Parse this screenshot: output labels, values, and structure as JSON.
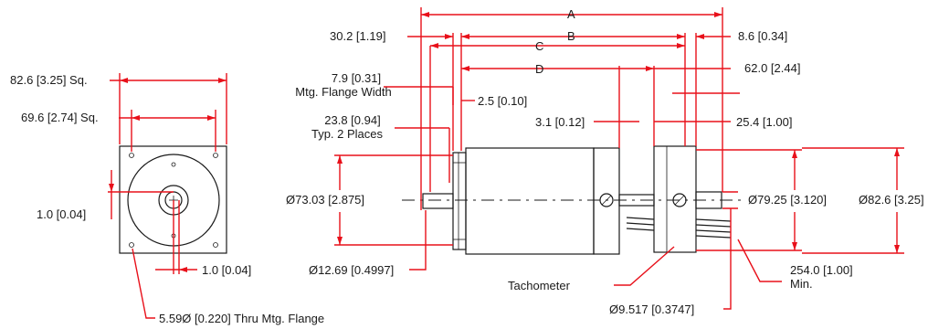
{
  "dims": {
    "sq_outer": "82.6 [3.25] Sq.",
    "sq_bolt": "69.6 [2.74] Sq.",
    "shaft_offset_v": "1.0 [0.04]",
    "shaft_offset_h": "1.0 [0.04]",
    "hole": "5.59Ø [0.220] Thru Mtg. Flange",
    "a": "A",
    "b": "B",
    "c": "C",
    "d": "D",
    "d30": "30.2 [1.19]",
    "d86": "8.6 [0.34]",
    "flange_w_1": "7.9 [0.31]",
    "flange_w_2": "Mtg. Flange Width",
    "d620": "62.0 [2.44]",
    "d25": "2.5 [0.10]",
    "d238_1": "23.8 [0.94]",
    "d238_2": "Typ. 2 Places",
    "d31": "3.1 [0.12]",
    "d254": "25.4 [1.00]",
    "pilot": "Ø73.03 [2.875]",
    "shaft": "Ø12.69 [0.4997]",
    "tach": "Tachometer",
    "tach_shaft": "Ø9.517 [0.3747]",
    "tach_dia": "Ø79.25 [3.120]",
    "body_dia": "Ø82.6 [3.25]",
    "lead_1": "254.0 [1.00]",
    "lead_2": "Min."
  }
}
